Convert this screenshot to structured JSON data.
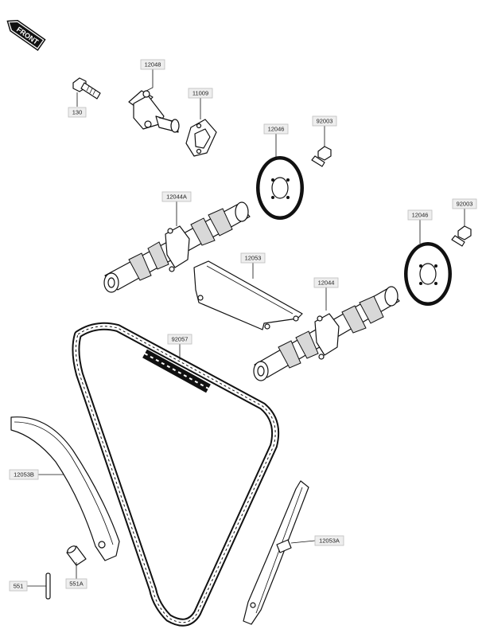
{
  "badge": {
    "text": "FRONT"
  },
  "labels": {
    "l130": "130",
    "l12048": "12048",
    "l11009": "11009",
    "l12046_top": "12046",
    "l92003_top": "92003",
    "l12044A": "12044A",
    "l12053": "12053",
    "l12046_right": "12046",
    "l92003_right": "92003",
    "l12044": "12044",
    "l92057": "92057",
    "l12053B": "12053B",
    "l12053A": "12053A",
    "l551": "551",
    "l551A": "551A"
  }
}
